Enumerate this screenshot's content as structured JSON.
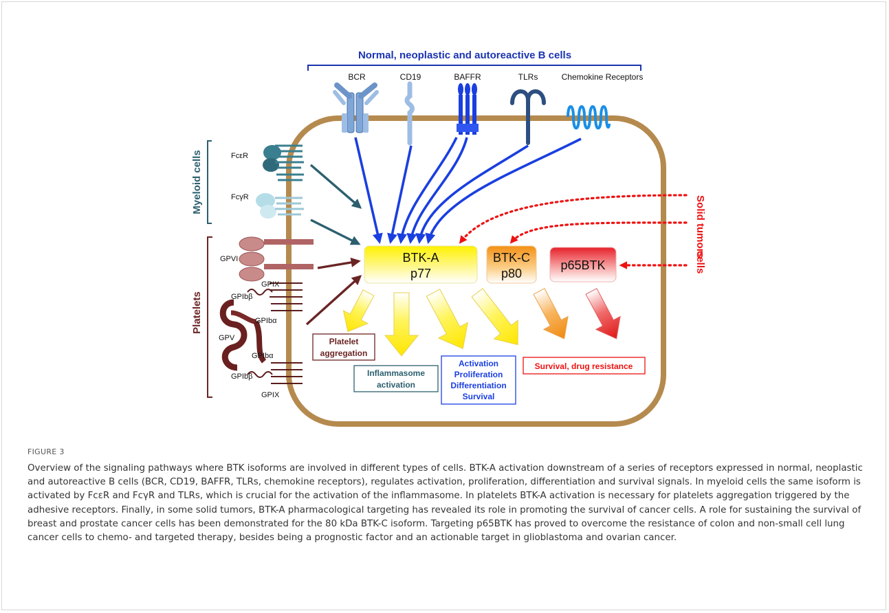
{
  "header": {
    "title": "Normal, neoplastic and autoreactive B cells",
    "receptors": [
      "BCR",
      "CD19",
      "BAFFR",
      "TLRs",
      "Chemokine Receptors"
    ]
  },
  "left_groups": {
    "myeloid": "Myeloid cells",
    "platelets": "Platelets",
    "fceR": "FcεR",
    "fcgR": "FcγR",
    "gpvi": "GPVI",
    "gpix_top": "GPIX",
    "gpibb_top": "GPIbβ",
    "gpiba_top": "GPIbα",
    "gpv": "GPV",
    "gpiba_bot": "GPIbα",
    "gpibb_bot": "GPIbβ",
    "gpix_bot": "GPIX"
  },
  "right_group": {
    "line1": "Solid tumors",
    "line2": "cells"
  },
  "isoforms": {
    "btka": {
      "name": "BTK-A",
      "size": "p77"
    },
    "btkc": {
      "name": "BTK-C",
      "size": "p80"
    },
    "p65": {
      "name": "p65BTK"
    }
  },
  "outcomes": {
    "platelet": [
      "Platelet",
      "aggregation"
    ],
    "inflammasome": [
      "Inflammasome",
      "activation"
    ],
    "activation": [
      "Activation",
      "Proliferation",
      "Differentiation",
      "Survival"
    ],
    "survival": "Survival, drug resistance"
  },
  "colors": {
    "membrane": "#b58a4e",
    "bcell": "#1a3fe0",
    "myeloid": "#2c5f6e",
    "platelet": "#6a2424",
    "tumor": "#ee1111",
    "btka": "#ffee33",
    "btkc": "#f59a1e",
    "p65": "#e8282a"
  },
  "caption": {
    "label": "FIGURE 3",
    "text": "Overview of the signaling pathways where BTK isoforms are involved in different types of cells. BTK-A activation downstream of a series of receptors expressed in normal, neoplastic and autoreactive B cells (BCR, CD19, BAFFR, TLRs, chemokine receptors), regulates activation, proliferation, differentiation and survival signals. In myeloid cells the same isoform is activated by FcεR and FcγR and TLRs, which is crucial for the activation of the inflammasome. In platelets BTK-A activation is necessary for platelets aggregation triggered by the adhesive receptors. Finally, in some solid tumors, BTK-A pharmacological targeting has revealed its role in promoting the survival of cancer cells. A role for sustaining the survival of breast and prostate cancer cells has been demonstrated for the 80 kDa BTK-C isoform. Targeting p65BTK has proved to overcome the resistance of colon and non-small cell lung cancer cells to chemo- and targeted therapy, besides being a prognostic factor and an actionable target in glioblastoma and ovarian cancer."
  }
}
